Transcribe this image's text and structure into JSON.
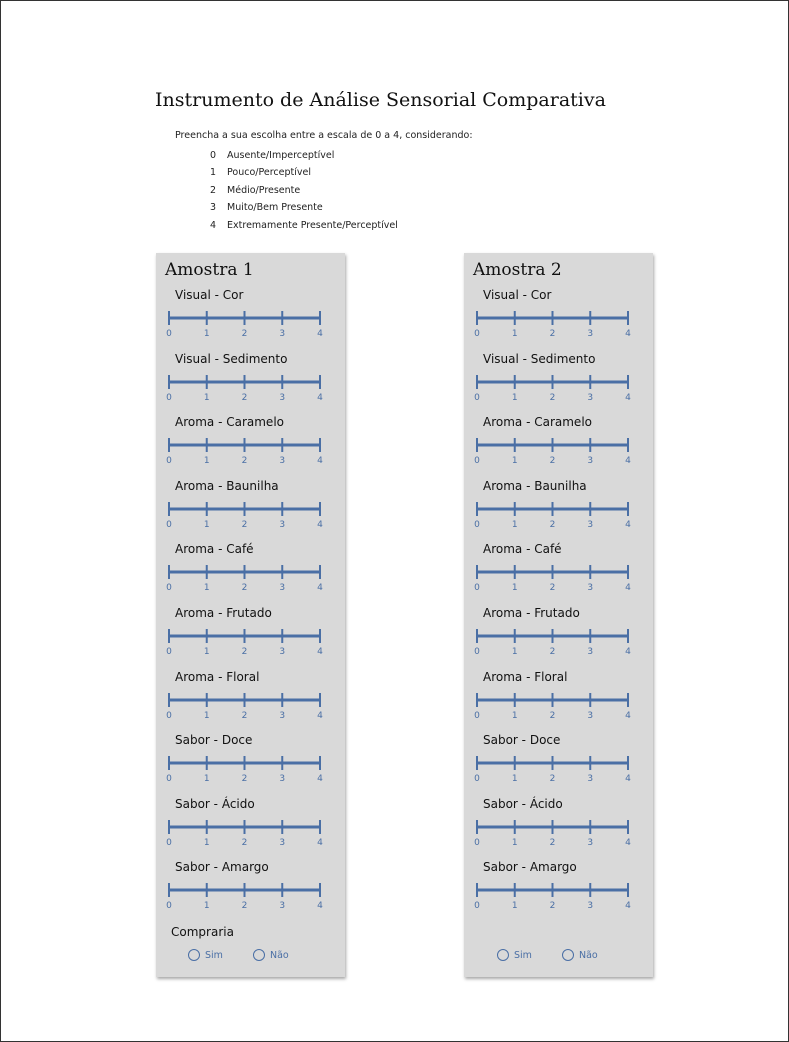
{
  "document": {
    "title": "Instrumento de Análise Sensorial Comparativa",
    "instruction": "Preencha a sua escolha entre a escala de 0 a 4, considerando:",
    "scale_legend": [
      {
        "value": "0",
        "label": "Ausente/Imperceptível"
      },
      {
        "value": "1",
        "label": "Pouco/Perceptível"
      },
      {
        "value": "2",
        "label": "Médio/Presente"
      },
      {
        "value": "3",
        "label": "Muito/Bem Presente"
      },
      {
        "value": "4",
        "label": "Extremamente Presente/Perceptível"
      }
    ]
  },
  "scale_ticks": [
    "0",
    "1",
    "2",
    "3",
    "4"
  ],
  "attributes": [
    "Visual - Cor",
    "Visual - Sedimento",
    "Aroma - Caramelo",
    "Aroma - Baunilha",
    "Aroma - Café",
    "Aroma - Frutado",
    "Aroma - Floral",
    "Sabor - Doce",
    "Sabor - Ácido",
    "Sabor - Amargo"
  ],
  "samples": [
    {
      "title": "Amostra 1",
      "buy_label": "Compraria",
      "options": [
        "Sim",
        "Não"
      ]
    },
    {
      "title": "Amostra 2",
      "buy_label": "",
      "options": [
        "Sim",
        "Não"
      ]
    }
  ],
  "colors": {
    "scale_line": "#4a6fa5",
    "panel_background": "#d9d9d9"
  }
}
